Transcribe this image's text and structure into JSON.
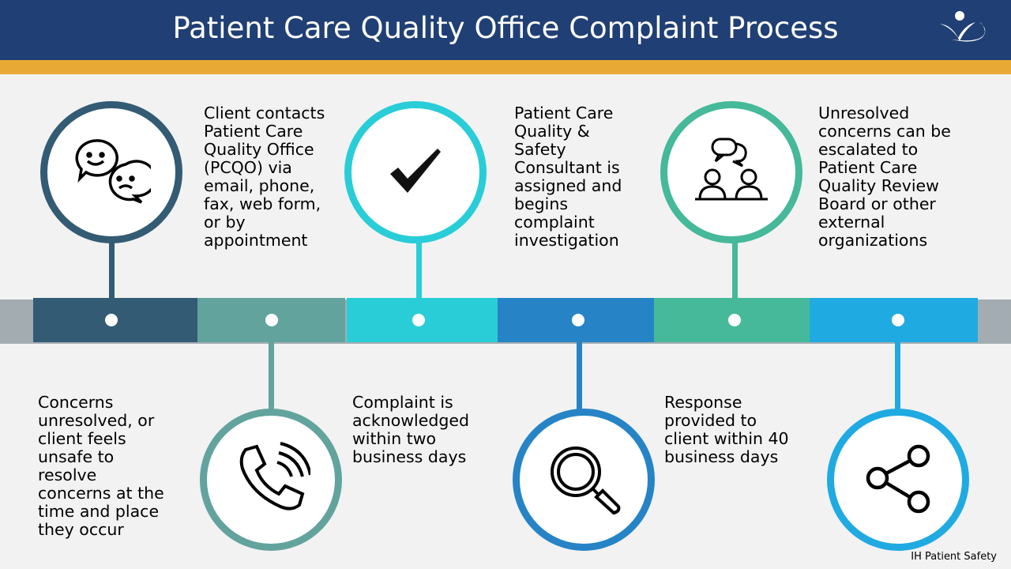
{
  "title": "Patient Care Quality Office Complaint Process",
  "footer": "IH Patient Safety",
  "colors": [
    "#335b74",
    "#63a39e",
    "#29cdd8",
    "#2684c6",
    "#45b99a",
    "#20aae2"
  ],
  "steps": [
    {
      "icon": "chat-faces-icon",
      "text": "Concerns\nunresolved, or\nclient feels\nunsafe to\nresolve\nconcerns at the\ntime and place\nthey occur"
    },
    {
      "icon": "phone-icon",
      "text": "Client contacts\nPatient Care\nQuality Office\n(PCQO) via\nemail, phone,\nfax, web form,\nor by\nappointment"
    },
    {
      "icon": "checkmark-icon",
      "text": "Complaint is\nacknowledged\nwithin two\nbusiness days"
    },
    {
      "icon": "magnifier-icon",
      "text": "Patient Care\nQuality &\nSafety\nConsultant is\nassigned and\nbegins\ncomplaint\ninvestigation"
    },
    {
      "icon": "people-discussion-icon",
      "text": "Response\nprovided to\nclient within 40\nbusiness days"
    },
    {
      "icon": "share-icon",
      "text": "Unresolved\nconcerns can be\nescalated to\nPatient Care\nQuality Review\nBoard or other\nexternal\norganizations"
    }
  ]
}
